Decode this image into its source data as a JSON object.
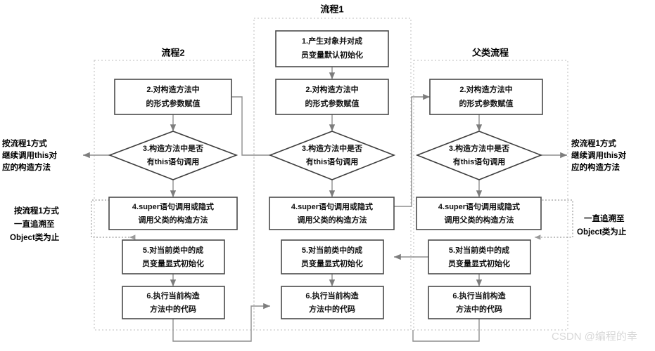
{
  "diagram": {
    "title_hidden": "",
    "watermark": "CSDN @编程的幸",
    "lanes": [
      {
        "id": "lane-liucheng2",
        "label": "流程2"
      },
      {
        "id": "lane-liucheng1",
        "label": "流程1"
      },
      {
        "id": "lane-fulei",
        "label": "父类流程"
      }
    ],
    "steps": {
      "step1_line1": "1.产生对象并对成",
      "step1_line2": "员变量默认初始化",
      "step2_line1": "2.对构造方法中",
      "step2_line2": "的形式参数赋值",
      "step3_line1": "3.构造方法中是否",
      "step3_line2": "有this语句调用",
      "step4_line1": "4.super语句调用或隐式",
      "step4_line2": "调用父类的构造方法",
      "step5_line1": "5.对当前类中的成",
      "step5_line2": "员变量显式初始化",
      "step6_line1": "6.执行当前构造",
      "step6_line2": "方法中的代码"
    },
    "annotations": {
      "left_top": [
        "按流程1方式",
        "继续调用this对",
        "应的构造方法"
      ],
      "left_bottom": [
        "按流程1方式",
        "一直追溯至",
        "Object类为止"
      ],
      "right_top": [
        "按流程1方式",
        "继续调用this对",
        "应的构造方法"
      ],
      "right_bottom": [
        "一直追溯至",
        "Object类为止"
      ]
    },
    "colors": {
      "box_stroke": "#4a4a4a",
      "lane_stroke": "#bdbdbd",
      "connector": "#8e8e8e",
      "text": "#111111",
      "watermark": "#d8d8d8",
      "background": "#ffffff"
    }
  }
}
